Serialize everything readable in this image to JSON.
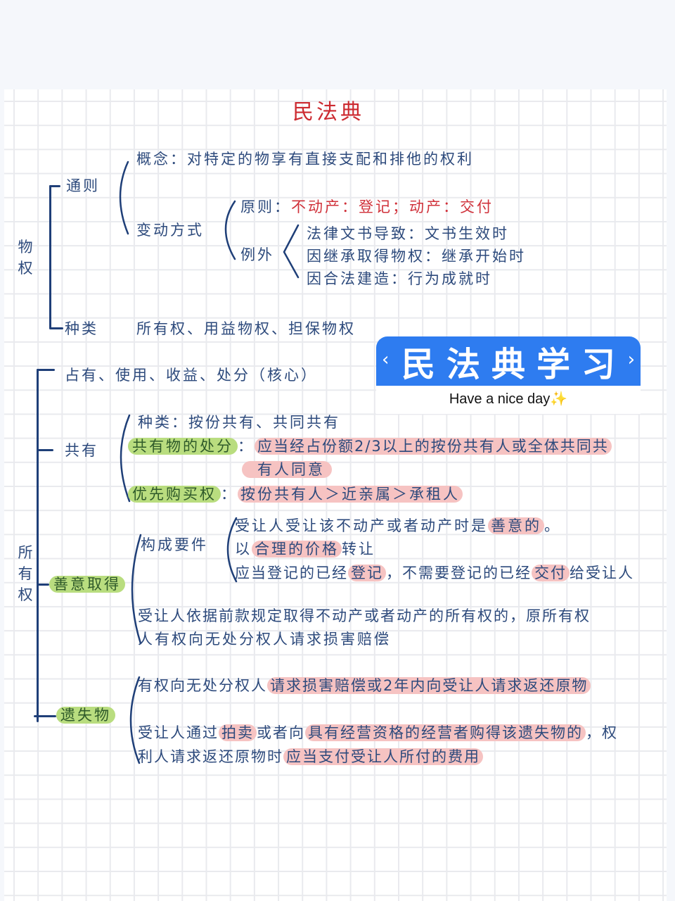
{
  "colors": {
    "ink": "#2d4a7c",
    "bracket": "#1f3f78",
    "title_red": "#cc2a30",
    "green_highlight": "#b9dd7f",
    "pink_highlight": "#f6c3c2",
    "banner_blue": "#2e7cf0"
  },
  "title": "民法典",
  "property_rights": {
    "label": "物权",
    "general": {
      "label": "通则",
      "concept": "概念：对特定的物享有直接支配和排他的权利",
      "change_mode": {
        "label": "变动方式",
        "principle_label": "原则：",
        "principle_value": "不动产：登记；动产：交付",
        "exception_label": "例外",
        "exceptions": [
          "法律文书导致：文书生效时",
          "因继承取得物权：继承开始时",
          "因合法建造：行为成就时"
        ]
      }
    },
    "types": {
      "label": "种类",
      "value": "所有权、用益物权、担保物权"
    }
  },
  "banner": {
    "title": "民法典学习",
    "prev_icon": "‹",
    "next_icon": "›",
    "subtitle": "Have a nice day",
    "sparkle": "✨"
  },
  "ownership": {
    "label": "所有权",
    "core": "占有、使用、收益、处分（核心）",
    "co_ownership": {
      "label": "共有",
      "types": "种类：按份共有、共同共有",
      "disposal_label": "共有物的处分",
      "disposal_colon": "：",
      "disposal_line1": "应当经占份额2/3以上的按份共有人或全体共同共",
      "disposal_line2": "有人同意",
      "preemption_label": "优先购买权",
      "preemption_colon": "：",
      "preemption_value": "按份共有人＞近亲属＞承租人"
    },
    "good_faith": {
      "label": "善意取得",
      "elements_label": "构成要件",
      "elements": [
        {
          "pre": "受让人受让该不动产或者动产时是",
          "hl": "善意的",
          "post": "。"
        },
        {
          "pre": "以",
          "hl": "合理的价格",
          "post": "转让"
        },
        {
          "pre": "应当登记的已经",
          "hl": "登记",
          "mid": "，不需要登记的已经",
          "hl2": "交付",
          "post": "给受让人"
        }
      ],
      "effect_line1": "受让人依据前款规定取得不动产或者动产的所有权的，原所有权",
      "effect_line2": "人有权向无处分权人请求损害赔偿"
    },
    "lost_property": {
      "label": "遗失物",
      "line1_pre": "有权向无处分权人",
      "line1_hl": "请求损害赔偿或2年内向受让人请求返还原物",
      "line2_pre": "受让人通过",
      "line2_hl1": "拍卖",
      "line2_mid": "或者向",
      "line2_hl2": "具有经营资格的经营者购得该遗失物的",
      "line2_post": "，权",
      "line3_pre": "利人请求返还原物时",
      "line3_hl": "应当支付受让人所付的费用"
    }
  }
}
